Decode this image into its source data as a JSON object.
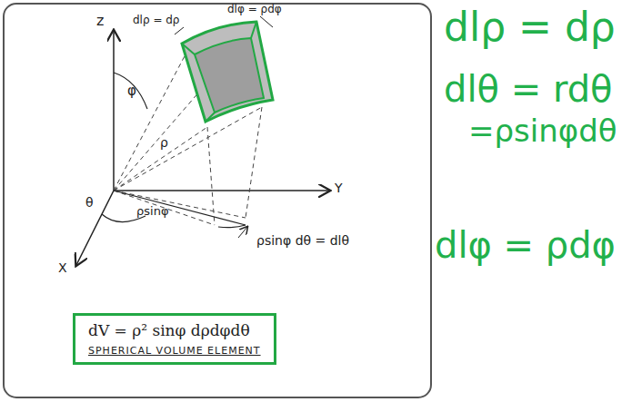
{
  "diagram": {
    "nodes": [
      {
        "text": [
          "dV = ρ² sinφ dρdφdθ",
          "SPHERICAL VOLUME ELEMENT"
        ]
      }
    ],
    "labels": [
      "z",
      "dlρ = dρ",
      "dlφ = ρdφ",
      "φ",
      "ρ",
      "Y",
      "θ",
      "ρsinφ",
      "X",
      "ρsinφ dθ = dlθ",
      "dlρ = dρ",
      "dlθ = rdθ",
      "=ρsinφdθ",
      "dlφ = ρdφ"
    ]
  }
}
